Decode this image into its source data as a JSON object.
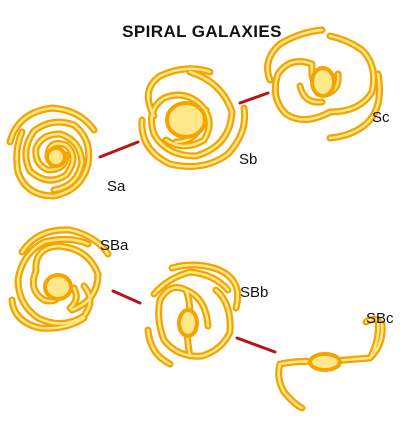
{
  "title": "SPIRAL GALAXIES",
  "galaxies": {
    "sa": "Sa",
    "sb": "Sb",
    "sc": "Sc",
    "sba": "SBa",
    "sbb": "SBb",
    "sbc": "SBc"
  },
  "colors": {
    "arm_outline": "#f4a300",
    "arm_fill": "#fde98a",
    "connector": "#b5151c",
    "text": "#111111"
  }
}
